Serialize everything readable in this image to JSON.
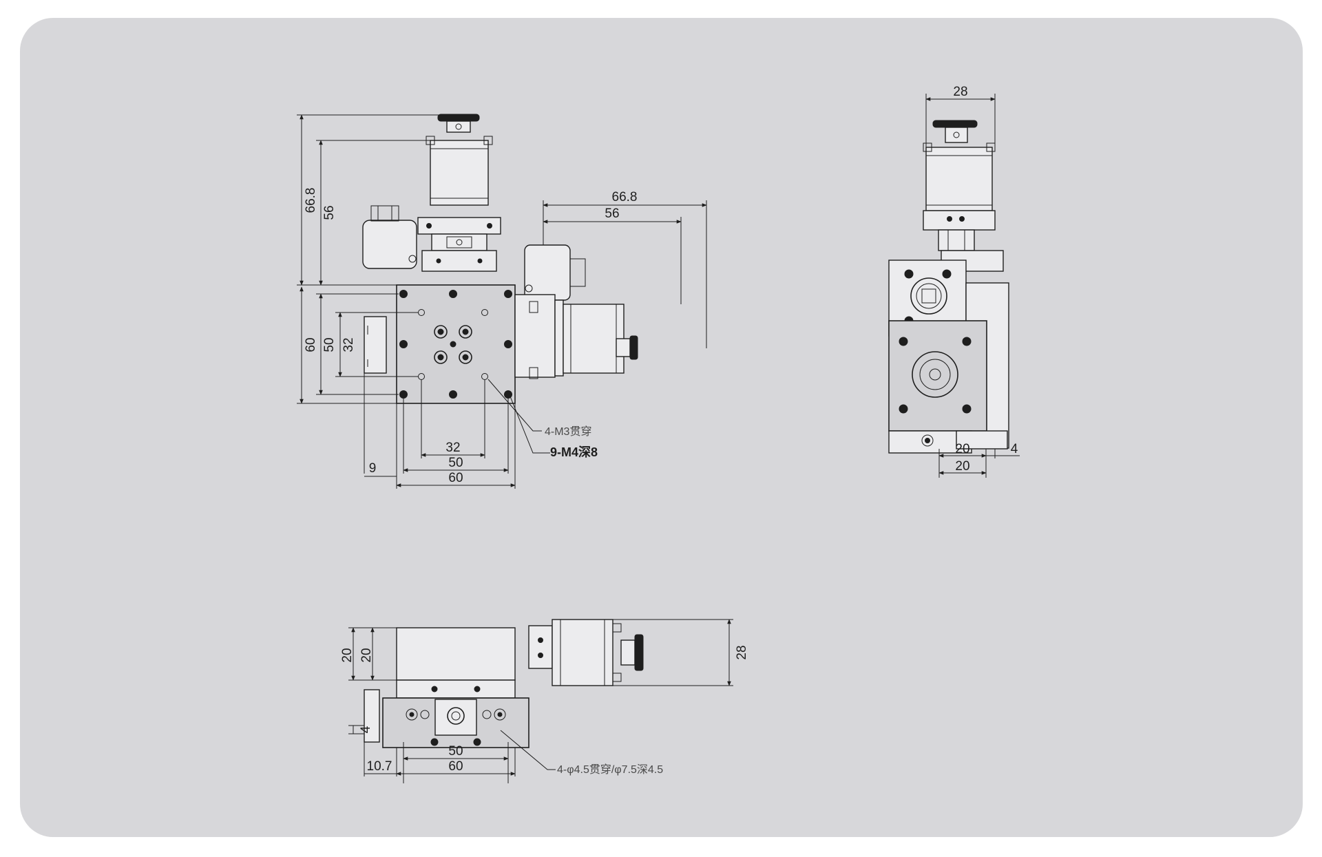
{
  "drawing": {
    "panel_color": "#d7d7da",
    "line_color": "#1e1e1e",
    "top_view": {
      "height_overall": "66.8",
      "height_motor": "56",
      "height_body": "60",
      "height_holes": "50",
      "height_inner": "32",
      "width_motor_overall": "66.8",
      "width_motor": "56",
      "width_inner": "32",
      "width_holes": "50",
      "width_body": "60",
      "offset_left": "9",
      "note_m3": "4-M3贯穿",
      "note_m4": "9-M4深8"
    },
    "side_view": {
      "width_top": "28",
      "width_base_1": "20",
      "width_base_2": "20",
      "offset_right": "4"
    },
    "front_view": {
      "height_1": "20",
      "height_2": "20",
      "height_small": "4",
      "height_motor": "28",
      "width_holes": "50",
      "width_body": "60",
      "offset_left": "10.7",
      "note_holes": "4-φ4.5贯穿/φ7.5深4.5"
    }
  }
}
